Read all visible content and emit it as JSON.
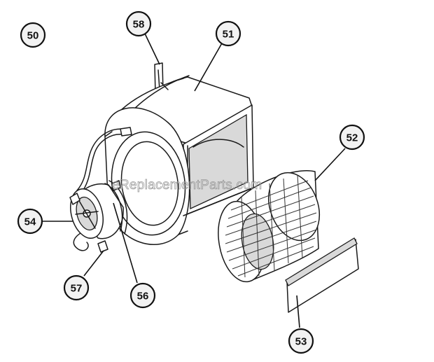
{
  "watermark": "eReplacementParts.com",
  "callouts": [
    {
      "id": "50",
      "label": "50"
    },
    {
      "id": "58",
      "label": "58"
    },
    {
      "id": "51",
      "label": "51"
    },
    {
      "id": "52",
      "label": "52"
    },
    {
      "id": "54",
      "label": "54"
    },
    {
      "id": "57",
      "label": "57"
    },
    {
      "id": "56",
      "label": "56"
    },
    {
      "id": "53",
      "label": "53"
    }
  ]
}
